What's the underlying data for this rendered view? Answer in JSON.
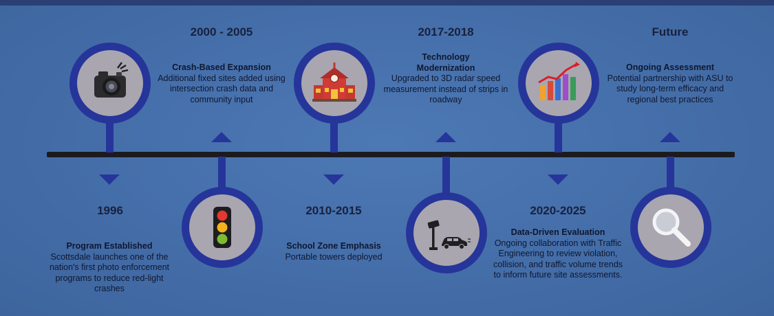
{
  "milestones": [
    {
      "year": "1996",
      "title": "Program Established",
      "description": "Scottsdale launches one of the nation's first photo enforcement programs to reduce red-light crashes",
      "icon": "camera-icon"
    },
    {
      "year": "2000 - 2005",
      "title": "Crash-Based Expansion",
      "description": "Additional fixed sites added using intersection crash data and community input",
      "icon": "traffic-light-icon"
    },
    {
      "year": "2010-2015",
      "title": "School Zone Emphasis",
      "description": "Portable towers deployed",
      "icon": "school-icon"
    },
    {
      "year": "2017-2018",
      "title": "Technology Modernization",
      "description": "Upgraded to 3D radar speed measurement instead of strips in roadway",
      "icon": "speed-camera-car-icon"
    },
    {
      "year": "2020-2025",
      "title": "Data-Driven Evaluation",
      "description": "Ongoing collaboration with Traffic Engineering to review violation, collision, and traffic volume trends to inform future site assessments.",
      "icon": "bar-chart-trend-icon"
    },
    {
      "year": "Future",
      "title": "Ongoing Assessment",
      "description": "Potential partnership with ASU to study long-term efficacy and regional best practices",
      "icon": "magnifying-glass-icon"
    }
  ],
  "colors": {
    "background": "#4670ab",
    "accent": "#26359a",
    "circle_fill": "#a9a6b0",
    "axis": "#1b1b1e"
  }
}
